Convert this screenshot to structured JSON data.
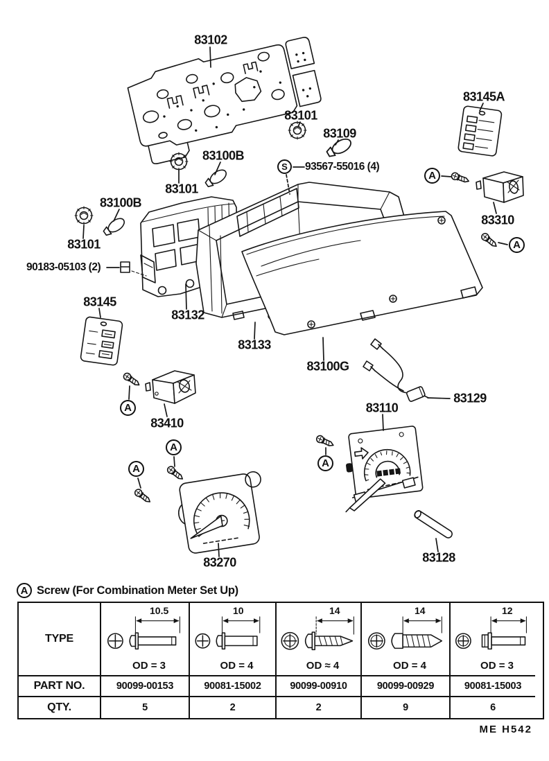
{
  "diagram": {
    "s_marker": "S",
    "labels": {
      "circuit_plate": "83102",
      "bulb_socket_top": "83101",
      "bulb_top": "83109",
      "bulb_b_upper": "83100B",
      "socket_mid": "83101",
      "screw_set": "93567-55016 (4)",
      "panel_a": "83145A",
      "gauge_right": "83310",
      "bulb_b_left": "83100B",
      "socket_left": "83101",
      "clip": "90183-05103 (2)",
      "panel": "83145",
      "case": "83132",
      "housing": "83133",
      "glass": "83100G",
      "wire": "83129",
      "gauge_small": "83410",
      "speedometer": "83110",
      "tachometer": "83270",
      "shaft": "83128"
    }
  },
  "legend": {
    "marker": "A",
    "label": "Screw (For Combination Meter Set Up)"
  },
  "table": {
    "row_headers": {
      "type": "TYPE",
      "part_no": "PART NO.",
      "qty": "QTY."
    },
    "columns": [
      {
        "len": "10.5",
        "od": "OD = 3",
        "part_no": "90099-00153",
        "qty": "5"
      },
      {
        "len": "10",
        "od": "OD = 4",
        "part_no": "90081-15002",
        "qty": "2"
      },
      {
        "len": "14",
        "od": "OD ≈ 4",
        "part_no": "90099-00910",
        "qty": "2"
      },
      {
        "len": "14",
        "od": "OD = 4",
        "part_no": "90099-00929",
        "qty": "9"
      },
      {
        "len": "12",
        "od": "OD = 3",
        "part_no": "90081-15003",
        "qty": "6"
      }
    ]
  },
  "footer": {
    "code": "ME  H542"
  },
  "colors": {
    "ink": "#151515",
    "paper": "#ffffff"
  }
}
